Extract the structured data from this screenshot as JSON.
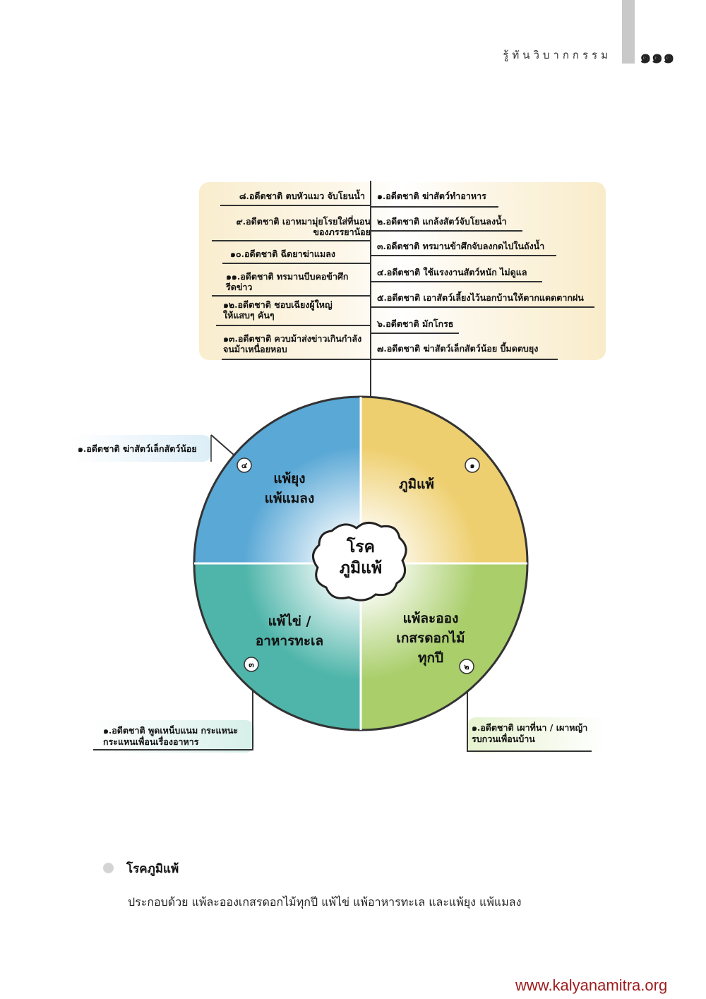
{
  "header": {
    "title": "รู้ทันวิบากกรรม",
    "page_number": "๑๑๑"
  },
  "diagram": {
    "center_label": "โรค\nภูมิแพ้",
    "quadrants": [
      {
        "number": "๑",
        "label": "ภูมิแพ้"
      },
      {
        "number": "๒",
        "label": "แพ้ละออง\nเกสรดอกไม้\nทุกปี"
      },
      {
        "number": "๓",
        "label": "แพ้ไข่ /\nอาหารทะเล"
      },
      {
        "number": "๔",
        "label": "แพ้ยุง\nแพ้แมลง"
      }
    ],
    "top_causes_right": [
      "๑.อดีตชาติ ฆ่าสัตว์ทำอาหาร",
      "๒.อดีตชาติ แกล้งสัตว์จับโยนลงน้ำ",
      "๓.อดีตชาติ ทรมานข้าศึกจับลงกดไปในถังน้ำ",
      "๔.อดีตชาติ ใช้แรงงานสัตว์หนัก ไม่ดูแล",
      "๕.อดีตชาติ เอาสัตว์เลี้ยงไว้นอกบ้านให้ตากแดดตากฝน",
      "๖.อดีตชาติ มักโกรธ",
      "๗.อดีตชาติ ฆ่าสัตว์เล็กสัตว์น้อย บี้มดตบยุง"
    ],
    "top_causes_left": [
      "๘.อดีตชาติ ตบหัวแมว จับโยนน้ำ",
      "๙.อดีตชาติ เอาหมามุ่ยโรยใส่ที่นอน\nของภรรยาน้อย",
      "๑๐.อดีตชาติ ฉีดยาฆ่าแมลง",
      "๑๑.อดีตชาติ ทรมานบีบคอข้าศึก\nรีดข่าว",
      "๑๒.อดีตชาติ ชอบเฉียงผู้ใหญ่\nให้แสบๆ คันๆ",
      "๑๓.อดีตชาติ ควบม้าส่งข่าวเกินกำลัง\nจนม้าเหนื่อยหอบ"
    ],
    "side_cause_q4": "๑.อดีตชาติ ฆ่าสัตว์เล็กสัตว์น้อย",
    "side_cause_q3": "๑.อดีตชาติ พูดเหน็บแนม กระแหนะ\nกระแหนเพื่อนเรื่องอาหาร",
    "side_cause_q2": "๑.อดีตชาติ เผาที่นา / เผาหญ้า\nรบกวนเพื่อนบ้าน",
    "colors": {
      "q1": "#eecf6f",
      "q2": "#a9ce6a",
      "q3": "#4fb5aa",
      "q4": "#5aa8d6",
      "top_box": "#f9edce"
    }
  },
  "section": {
    "title": "โรคภูมิแพ้",
    "body": "ประกอบด้วย แพ้ละอองเกสรดอกไม้ทุกปี แพ้ไข่ แพ้อาหารทะเล และแพ้ยุง แพ้แมลง"
  },
  "footer": {
    "url": "www.kalyanamitra.org"
  }
}
